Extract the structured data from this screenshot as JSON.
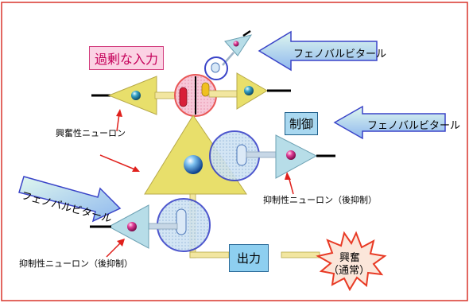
{
  "labels": {
    "overinput": "過剰な入力",
    "control": "制御",
    "output": "出力",
    "phenobarbital_top": "フェノバルビタール",
    "phenobarbital_mid": "フェノバルビタール",
    "phenobarbital_left": "フェノバルビタール",
    "excitatory_neuron": "興奮性ニューロン",
    "inhibitory_neuron_right": "抑制性ニューロン（後抑制）",
    "inhibitory_neuron_left": "抑制性ニューロン（後抑制）",
    "excitation_line1": "興奮",
    "excitation_line2": "（通常）"
  },
  "colors": {
    "frame": "#d9352b",
    "soma_yellow": "#e8df6b",
    "inhibitory_blue": "#b7dde8",
    "axon": "#f2e6a0",
    "arrow_fill_top": "#c9f0e4",
    "arrow_fill_bottom": "#9ec4f0",
    "red_arrow": "#e0201c",
    "highlight_red": "#e8504f",
    "highlight_blue": "#3a44c8",
    "starburst": "#e83a25"
  }
}
